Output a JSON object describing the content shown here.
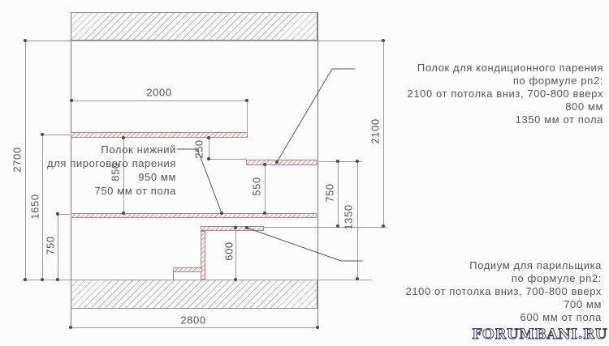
{
  "annotations": {
    "upper_shelf": {
      "lines": [
        "Полок для кондиционного парения",
        "по формуле pn2:",
        "2100 от потолка вниз, 700-800 вверх",
        "800 мм",
        "1350 мм от пола"
      ]
    },
    "lower_shelf": {
      "lines": [
        "Полок нижний",
        "для пирогового парения",
        "950 мм",
        "750 мм от пола"
      ]
    },
    "podium": {
      "lines": [
        "Подиум для  парильщика",
        "по формуле pn2:",
        "2100 от потолка вниз, 700-800 вверх",
        "700 мм",
        "600 мм от пола"
      ]
    }
  },
  "dimensions": {
    "room_height": "2700",
    "upper_shelf_to_floor": "1650",
    "lower_shelf_height_left": "750",
    "top_width": "2000",
    "bottom_width": "2800",
    "shelf_spacing": "850",
    "shelf_gap": "250",
    "cond_shelf_to_lower": "550",
    "podium_height": "600",
    "cond_shelf_to_podium": "750",
    "cond_shelf_to_floor": "1350",
    "ceiling_to_podium": "2100"
  },
  "watermark": "FORUMBANI.RU",
  "colors": {
    "shelf_hatch": "#d2a0a0",
    "wall_hatch": "#b3b3b3",
    "dim_line": "#9a9a9a",
    "text": "#555555",
    "watermark_outline": "#3d3d52"
  }
}
